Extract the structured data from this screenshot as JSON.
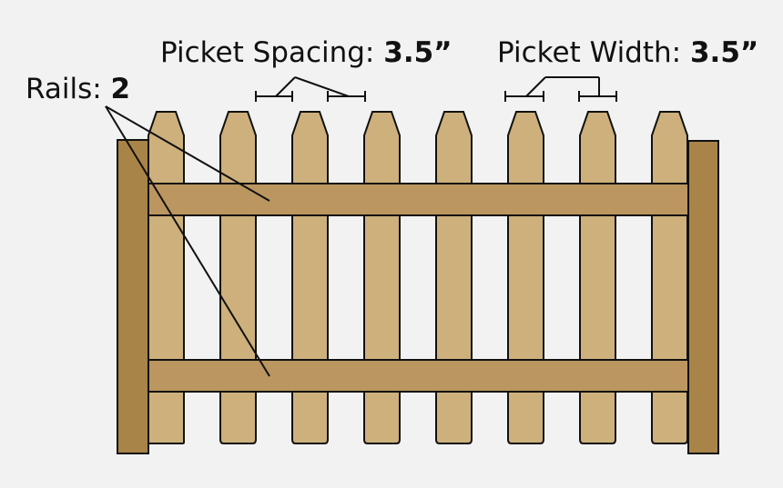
{
  "labels": {
    "rails": {
      "name": "Rails:",
      "value": "2"
    },
    "picket_spacing": {
      "name": "Picket Spacing:",
      "value": "3.5”"
    },
    "picket_width": {
      "name": "Picket Width:",
      "value": "3.5”"
    }
  },
  "fence": {
    "picket_count": 8,
    "rail_count": 2,
    "post_count": 2
  },
  "colors": {
    "background": "#f2f2f2",
    "picket": "#cdb07c",
    "rail": "#bb9661",
    "post": "#a98448",
    "outline": "#111111"
  }
}
